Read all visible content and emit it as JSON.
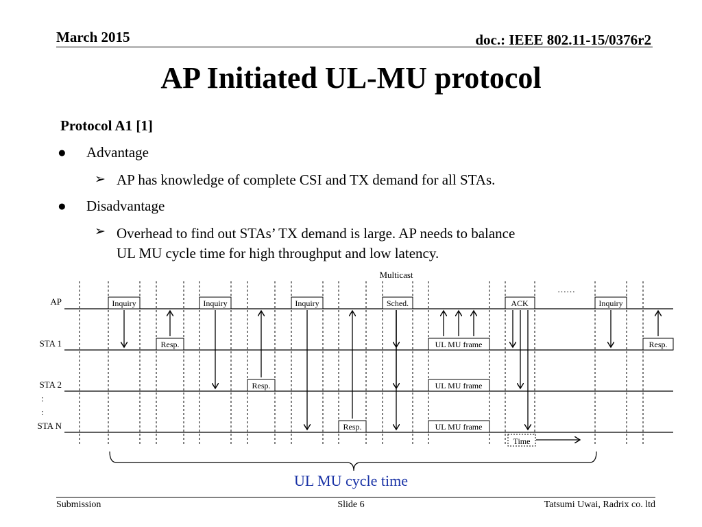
{
  "header": {
    "date": "March 2015",
    "doc": "doc.: IEEE 802.11-15/0376r2"
  },
  "title": "AP Initiated UL-MU protocol",
  "subtitle": "Protocol A1 [1]",
  "bullets": [
    {
      "marker": "●",
      "text": "Advantage",
      "sub": {
        "marker": "➢",
        "lines": [
          "AP has knowledge of complete CSI and TX demand for all STAs."
        ]
      }
    },
    {
      "marker": "●",
      "text": "Disadvantage",
      "sub": {
        "marker": "➢",
        "lines": [
          "Overhead to find out STAs’ TX demand is large. AP needs to balance",
          "UL MU cycle time for  high throughput and low latency."
        ]
      }
    }
  ],
  "diagram": {
    "multicast_label": "Multicast",
    "ellipsis": "……",
    "station_labels": {
      "ap": "AP",
      "sta1": "STA 1",
      "sta2": "STA 2",
      "dots1": ":",
      "dots2": ":",
      "stan": "STA N"
    },
    "frame_labels": {
      "inquiry": "Inquiry",
      "sched": "Sched.",
      "ack": "ACK",
      "resp": "Resp.",
      "ul_mu_frame": "UL MU frame"
    },
    "time_label": "Time"
  },
  "cycle_label": "UL MU cycle time",
  "footer": {
    "left": "Submission",
    "center": "Slide 6",
    "right": "Tatsumi Uwai, Radrix co. ltd"
  },
  "colors": {
    "accent": "#1a33a6"
  }
}
